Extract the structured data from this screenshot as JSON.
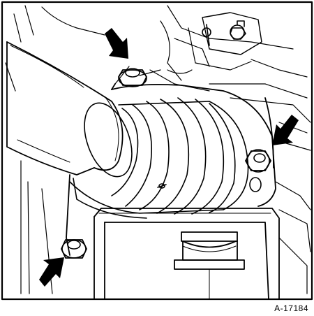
{
  "figure": {
    "reference_code": "A-17184",
    "colors": {
      "line": "#000000",
      "background": "#ffffff",
      "arrow": "#000000"
    },
    "callouts": [
      {
        "name": "arrow-top-bolt",
        "icon": "arrow-down-right-icon"
      },
      {
        "name": "arrow-right-bolt",
        "icon": "arrow-down-left-icon"
      },
      {
        "name": "arrow-bottom-left-bolt",
        "icon": "arrow-up-right-icon"
      }
    ]
  }
}
